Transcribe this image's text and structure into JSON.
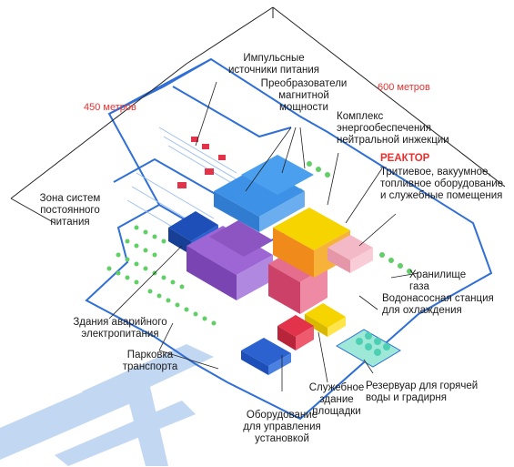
{
  "dimensions": {
    "width_label": "450 метров",
    "length_label": "600 метров"
  },
  "labels": {
    "pulse_power": "Импульсные\nисточники питания",
    "magnetic_converters": "Преобразователи\nмагнитной\nмощности",
    "nbi_complex": "Комплекс\nэнергообеспечения\nнейтральной инжекции",
    "reactor": "РЕАКТОР",
    "tritium": "Тритиевое, вакуумное,\nтопливное оборудование\nи служебные помещения",
    "dc_zone": "Зона систем\nпостоянного\nпитания",
    "gas_storage": "Хранилище\nгаза",
    "pump_station": "Водонасосная станция\nдля охлаждения",
    "emergency_power": "Здания аварийного\nэлектропитания",
    "parking": "Парковка\nтранспорта",
    "service_building": "Служебное\nздание\nплощадки",
    "hot_water": "Резервуар для горячей\nводы и градирня",
    "control_equipment": "Оборудование\nдля управления\nустановкой"
  },
  "colors": {
    "outline": "#2f6fd6",
    "reactor_orange": "#f59a1c",
    "reactor_yellow": "#f6d400",
    "tokamak_pink": "#e3567a",
    "hall_purple": "#8c55c2",
    "converter_blue": "#3d92e8",
    "dark_blue": "#1e4fb8",
    "red": "#e2334a",
    "tree_green": "#5fcf66",
    "road": "#bcd3f0",
    "label_red": "#e8312f"
  }
}
